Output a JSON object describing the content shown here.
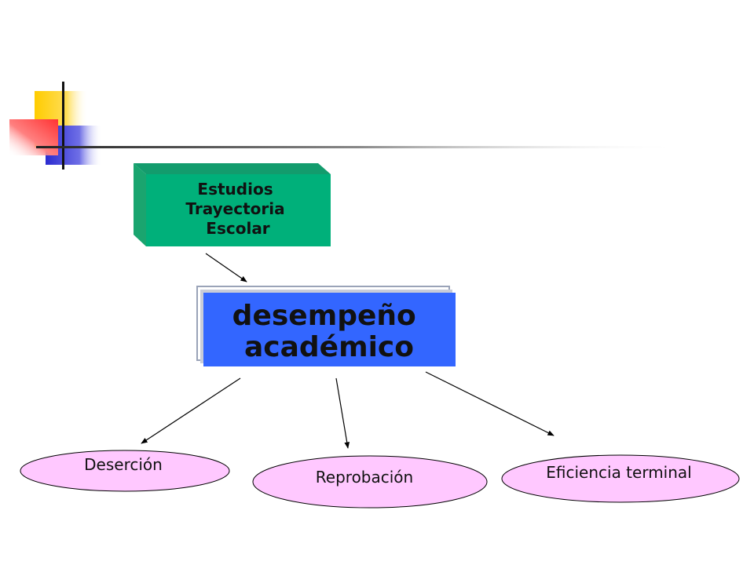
{
  "colors": {
    "top_box_front": "#00b07a",
    "top_box_top": "#139c6d",
    "top_box_side": "#1aa56f",
    "main_box_fill": "#3366ff",
    "main_box_shadow": "#9aa3b8",
    "ellipse_fill": "#ffc8ff",
    "deco_yellow": "#ffcc00",
    "deco_red": "#ff4d4d",
    "deco_blue": "#3333cc"
  },
  "diagram": {
    "top_box": {
      "lines": [
        "Estudios",
        "Trayectoria",
        "Escolar"
      ]
    },
    "main_box": {
      "lines": [
        "desempeño",
        "académico"
      ]
    },
    "outcomes": [
      "Deserción",
      "Reprobación",
      "Eficiencia terminal"
    ]
  }
}
